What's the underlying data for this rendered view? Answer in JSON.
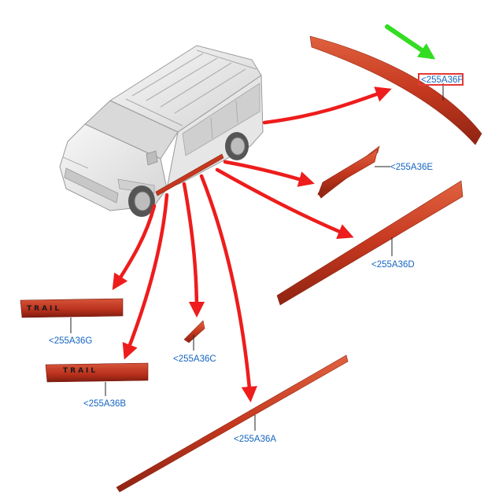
{
  "diagram": {
    "highlight_color": "#e53935",
    "pointer_color": "#33dd22",
    "part_color": "#c5381f",
    "label_color": "#1565c0",
    "vehicle": {
      "icon": "van-illustration"
    },
    "parts": [
      {
        "id": "F",
        "label": "<255A36F",
        "highlighted": true
      },
      {
        "id": "E",
        "label": "<255A36E"
      },
      {
        "id": "D",
        "label": "<255A36D"
      },
      {
        "id": "G",
        "label": "<255A36G",
        "badge_text": "TRAIL"
      },
      {
        "id": "C",
        "label": "<255A36C"
      },
      {
        "id": "B",
        "label": "<255A36B",
        "badge_text": "TRAIL"
      },
      {
        "id": "A",
        "label": "<255A36A"
      }
    ]
  }
}
